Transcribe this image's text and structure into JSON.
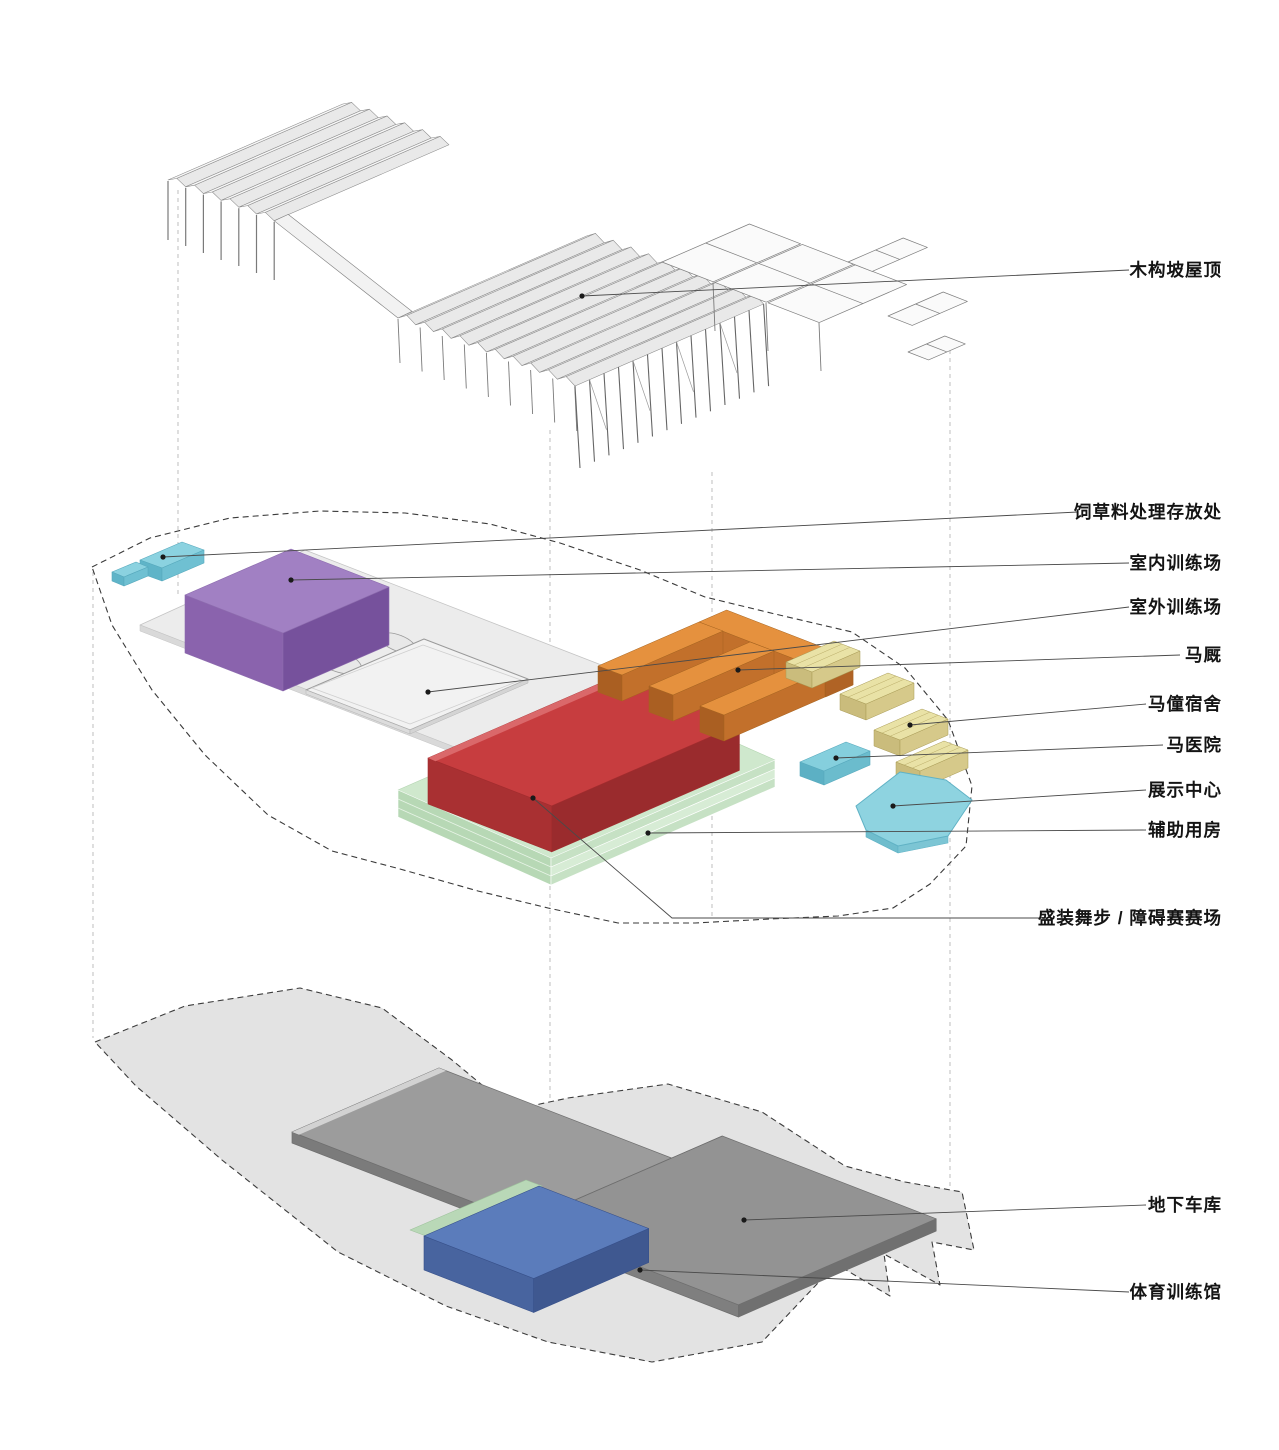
{
  "diagram": {
    "type": "exploded-axonometric-architecture",
    "language": "zh-CN",
    "background": "#ffffff",
    "labels": [
      {
        "id": "timber-roof",
        "text": "木构坡屋顶",
        "color": "#f5f5f5"
      },
      {
        "id": "forage-storage",
        "text": "饲草料处理存放处",
        "color": "#8bd2e0"
      },
      {
        "id": "indoor-training",
        "text": "室内训练场",
        "color": "#a180c3"
      },
      {
        "id": "outdoor-training",
        "text": "室外训练场",
        "color": "#f2f2f2"
      },
      {
        "id": "stables",
        "text": "马厩",
        "color": "#e5913e"
      },
      {
        "id": "groom-dormitory",
        "text": "马僮宿舍",
        "color": "#e9e2a6"
      },
      {
        "id": "horse-hospital",
        "text": "马医院",
        "color": "#85cfdd"
      },
      {
        "id": "exhibition-center",
        "text": "展示中心",
        "color": "#8ed3e0"
      },
      {
        "id": "auxiliary-rooms",
        "text": "辅助用房",
        "color": "#cfe8cd"
      },
      {
        "id": "dressage-arena",
        "text": "盛装舞步 / 障碍赛赛场",
        "color": "#c73d3f"
      },
      {
        "id": "underground-garage",
        "text": "地下车库",
        "color": "#9c9c9c"
      },
      {
        "id": "sports-hall",
        "text": "体育训练馆",
        "color": "#5b7cbb"
      }
    ]
  }
}
